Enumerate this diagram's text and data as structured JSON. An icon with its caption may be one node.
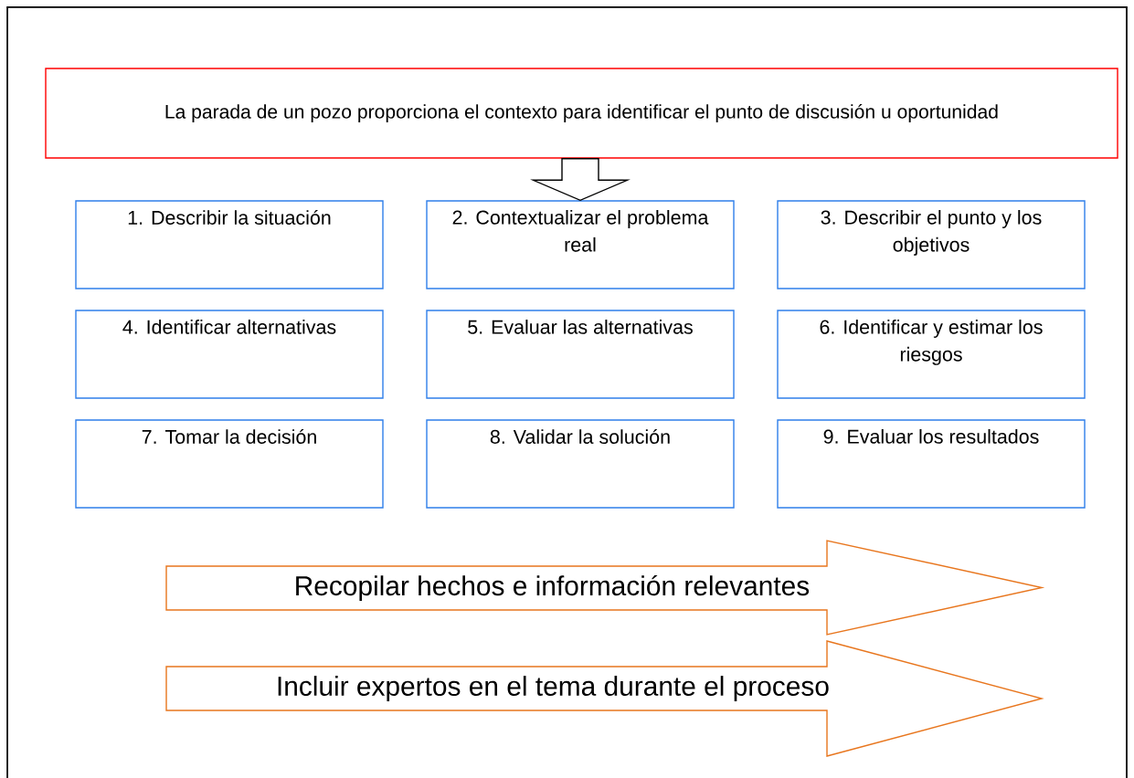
{
  "diagram": {
    "nodes": [
      {
        "text": [
          "La parada de un pozo proporciona el contexto para identificar el punto de discusión u oportunidad"
        ]
      },
      {
        "text": [
          "1. Describir la situación"
        ]
      },
      {
        "text": [
          "2. Contextualizar el problema real"
        ]
      },
      {
        "text": [
          "3. Describir el punto y los objetivos"
        ]
      },
      {
        "text": [
          "4. Identificar alternativas"
        ]
      },
      {
        "text": [
          "5. Evaluar las alternativas"
        ]
      },
      {
        "text": [
          "6. Identificar y estimar los riesgos"
        ]
      },
      {
        "text": [
          "7. Tomar la decisión"
        ]
      },
      {
        "text": [
          "8. Validar la solución"
        ]
      },
      {
        "text": [
          "9. Evaluar los resultados"
        ]
      },
      {
        "text": [
          "Recopilar hechos e información relevantes"
        ]
      },
      {
        "text": [
          "Incluir expertos en el tema durante el proceso"
        ]
      }
    ],
    "edges": [
      {
        "from": 0,
        "to": 2,
        "arrow": "to"
      }
    ]
  }
}
